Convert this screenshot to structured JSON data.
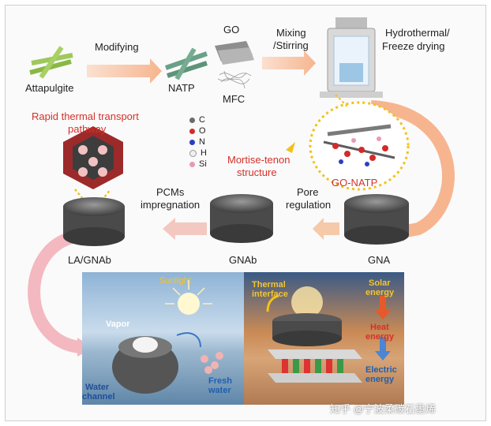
{
  "labels": {
    "attapulgite": "Attapulgite",
    "modifying": "Modifying",
    "natp": "NATP",
    "go": "GO",
    "mfc": "MFC",
    "mixing_line1": "Mixing",
    "mixing_line2": "/Stirring",
    "hydro_line1": "Hydrothermal/",
    "hydro_line2": "Freeze drying",
    "rapid_line1": "Rapid thermal transport",
    "rapid_line2": "pathway",
    "mortise_line1": "Mortise-tenon",
    "mortise_line2": "structure",
    "go_natp": "GO-NATP",
    "pcms_line1": "PCMs",
    "pcms_line2": "impregnation",
    "pore_line1": "Pore",
    "pore_line2": "regulation",
    "la_gnab": "LA/GNAb",
    "gnab": "GNAb",
    "gna": "GNA"
  },
  "legend": [
    {
      "symbol": "C",
      "color": "#6b6b6b"
    },
    {
      "symbol": "O",
      "color": "#d42a2a"
    },
    {
      "symbol": "N",
      "color": "#2a3fc4"
    },
    {
      "symbol": "H",
      "color": "#f0f0f0"
    },
    {
      "symbol": "Si",
      "color": "#e79bb0"
    }
  ],
  "left_panel": {
    "sunlight": "Sunlight",
    "vapor": "Vapor",
    "fresh_line1": "Fresh",
    "fresh_line2": "water",
    "channel_line1": "Water",
    "channel_line2": "channel"
  },
  "right_panel": {
    "thermal_line1": "Thermal",
    "thermal_line2": "interface",
    "solar_line1": "Solar",
    "solar_line2": "energy",
    "heat_line1": "Heat",
    "heat_line2": "energy",
    "electric_line1": "Electric",
    "electric_line2": "energy"
  },
  "watermark": "知乎 @宁波柔碳石墨烯",
  "colors": {
    "arrow_peach": "#f6b58f",
    "arrow_pink": "#f3b8c0",
    "accent_red": "#d4312a",
    "highlight_yellow": "#f2c21b"
  }
}
